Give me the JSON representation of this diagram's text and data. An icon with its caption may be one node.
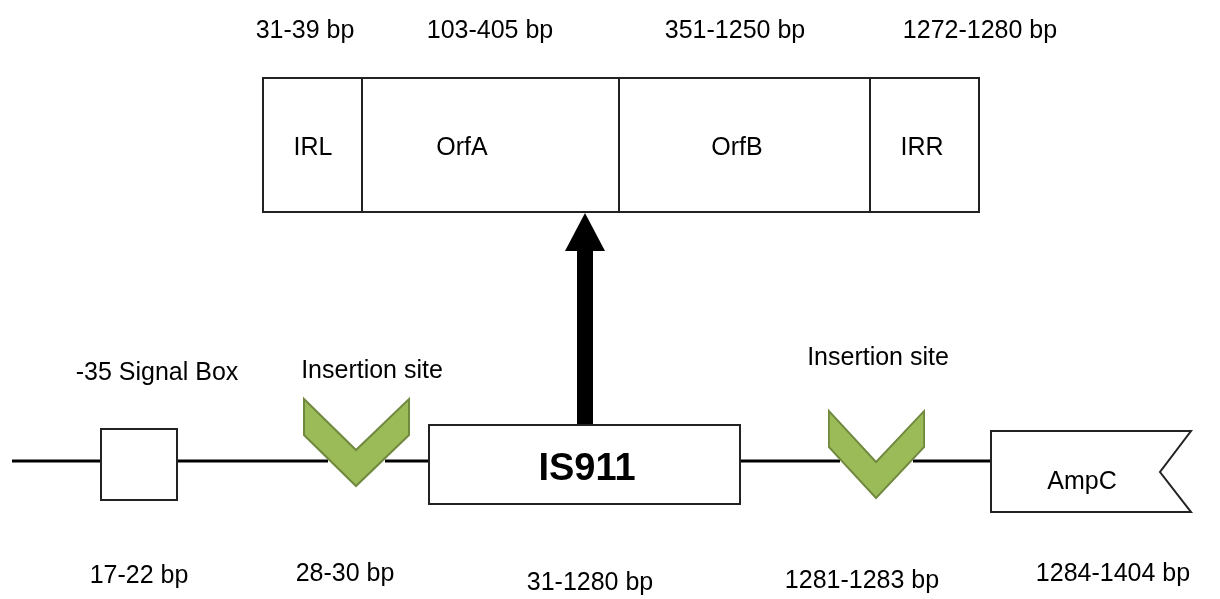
{
  "diagram": {
    "nodes": [
      {
        "text": [],
        "shape": "box"
      },
      {
        "text": [
          "IRL"
        ],
        "in": 0
      },
      {
        "text": [
          "OrfA"
        ],
        "in": 0
      },
      {
        "text": [
          "OrfB"
        ],
        "in": 0
      },
      {
        "text": [
          "IRR"
        ],
        "in": 0
      },
      {
        "text": [
          "-35 Signal Box"
        ],
        "beside": [
          "17-22 bp"
        ]
      },
      {
        "text": [
          "Insertion site"
        ],
        "beside": [
          "28-30 bp"
        ]
      },
      {
        "text": [
          "IS911"
        ],
        "beside": [
          "31-1280 bp"
        ]
      },
      {
        "text": [
          "Insertion site"
        ],
        "beside": [
          "1281-1283 bp"
        ]
      },
      {
        "text": [
          "AmpC"
        ],
        "beside": [
          "1284-1404 bp"
        ]
      }
    ],
    "edges": [
      {
        "from": null,
        "to": 5,
        "arrow": "none"
      },
      {
        "from": 5,
        "to": 6,
        "arrow": "none"
      },
      {
        "from": 6,
        "to": 7,
        "arrow": "none"
      },
      {
        "from": 7,
        "to": 8,
        "arrow": "none"
      },
      {
        "from": 8,
        "to": 9,
        "arrow": "none"
      },
      {
        "from": 7,
        "to": 0,
        "arrow": "to",
        "style": "thick"
      }
    ],
    "labels": [
      "31-39 bp",
      "103-405 bp",
      "351-1250 bp",
      "1272-1280 bp"
    ]
  }
}
